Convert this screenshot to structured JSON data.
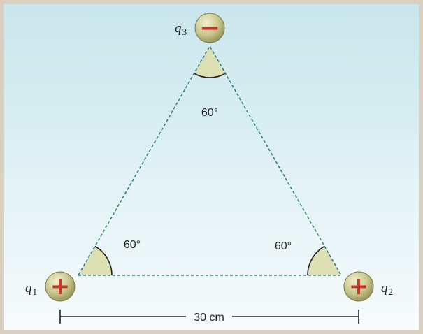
{
  "diagram": {
    "colors": {
      "border": "#d8cfbe",
      "background_top": "#c8e6ec",
      "background_bottom": "#f7fbfc",
      "dashed_line": "#2f7f86",
      "angle_fill": "#dde0b3",
      "sign": "#c8342c",
      "sphere_light": "#f2f1d0",
      "sphere_dark": "#8d8b53"
    },
    "charges": [
      {
        "symbol": "q",
        "subscript": "1",
        "sign": "+"
      },
      {
        "symbol": "q",
        "subscript": "2",
        "sign": "+"
      },
      {
        "symbol": "q",
        "subscript": "3",
        "sign": "−"
      }
    ],
    "angles": {
      "top": "60°",
      "bottom_left": "60°",
      "bottom_right": "60°"
    },
    "distance_label": "30 cm"
  }
}
